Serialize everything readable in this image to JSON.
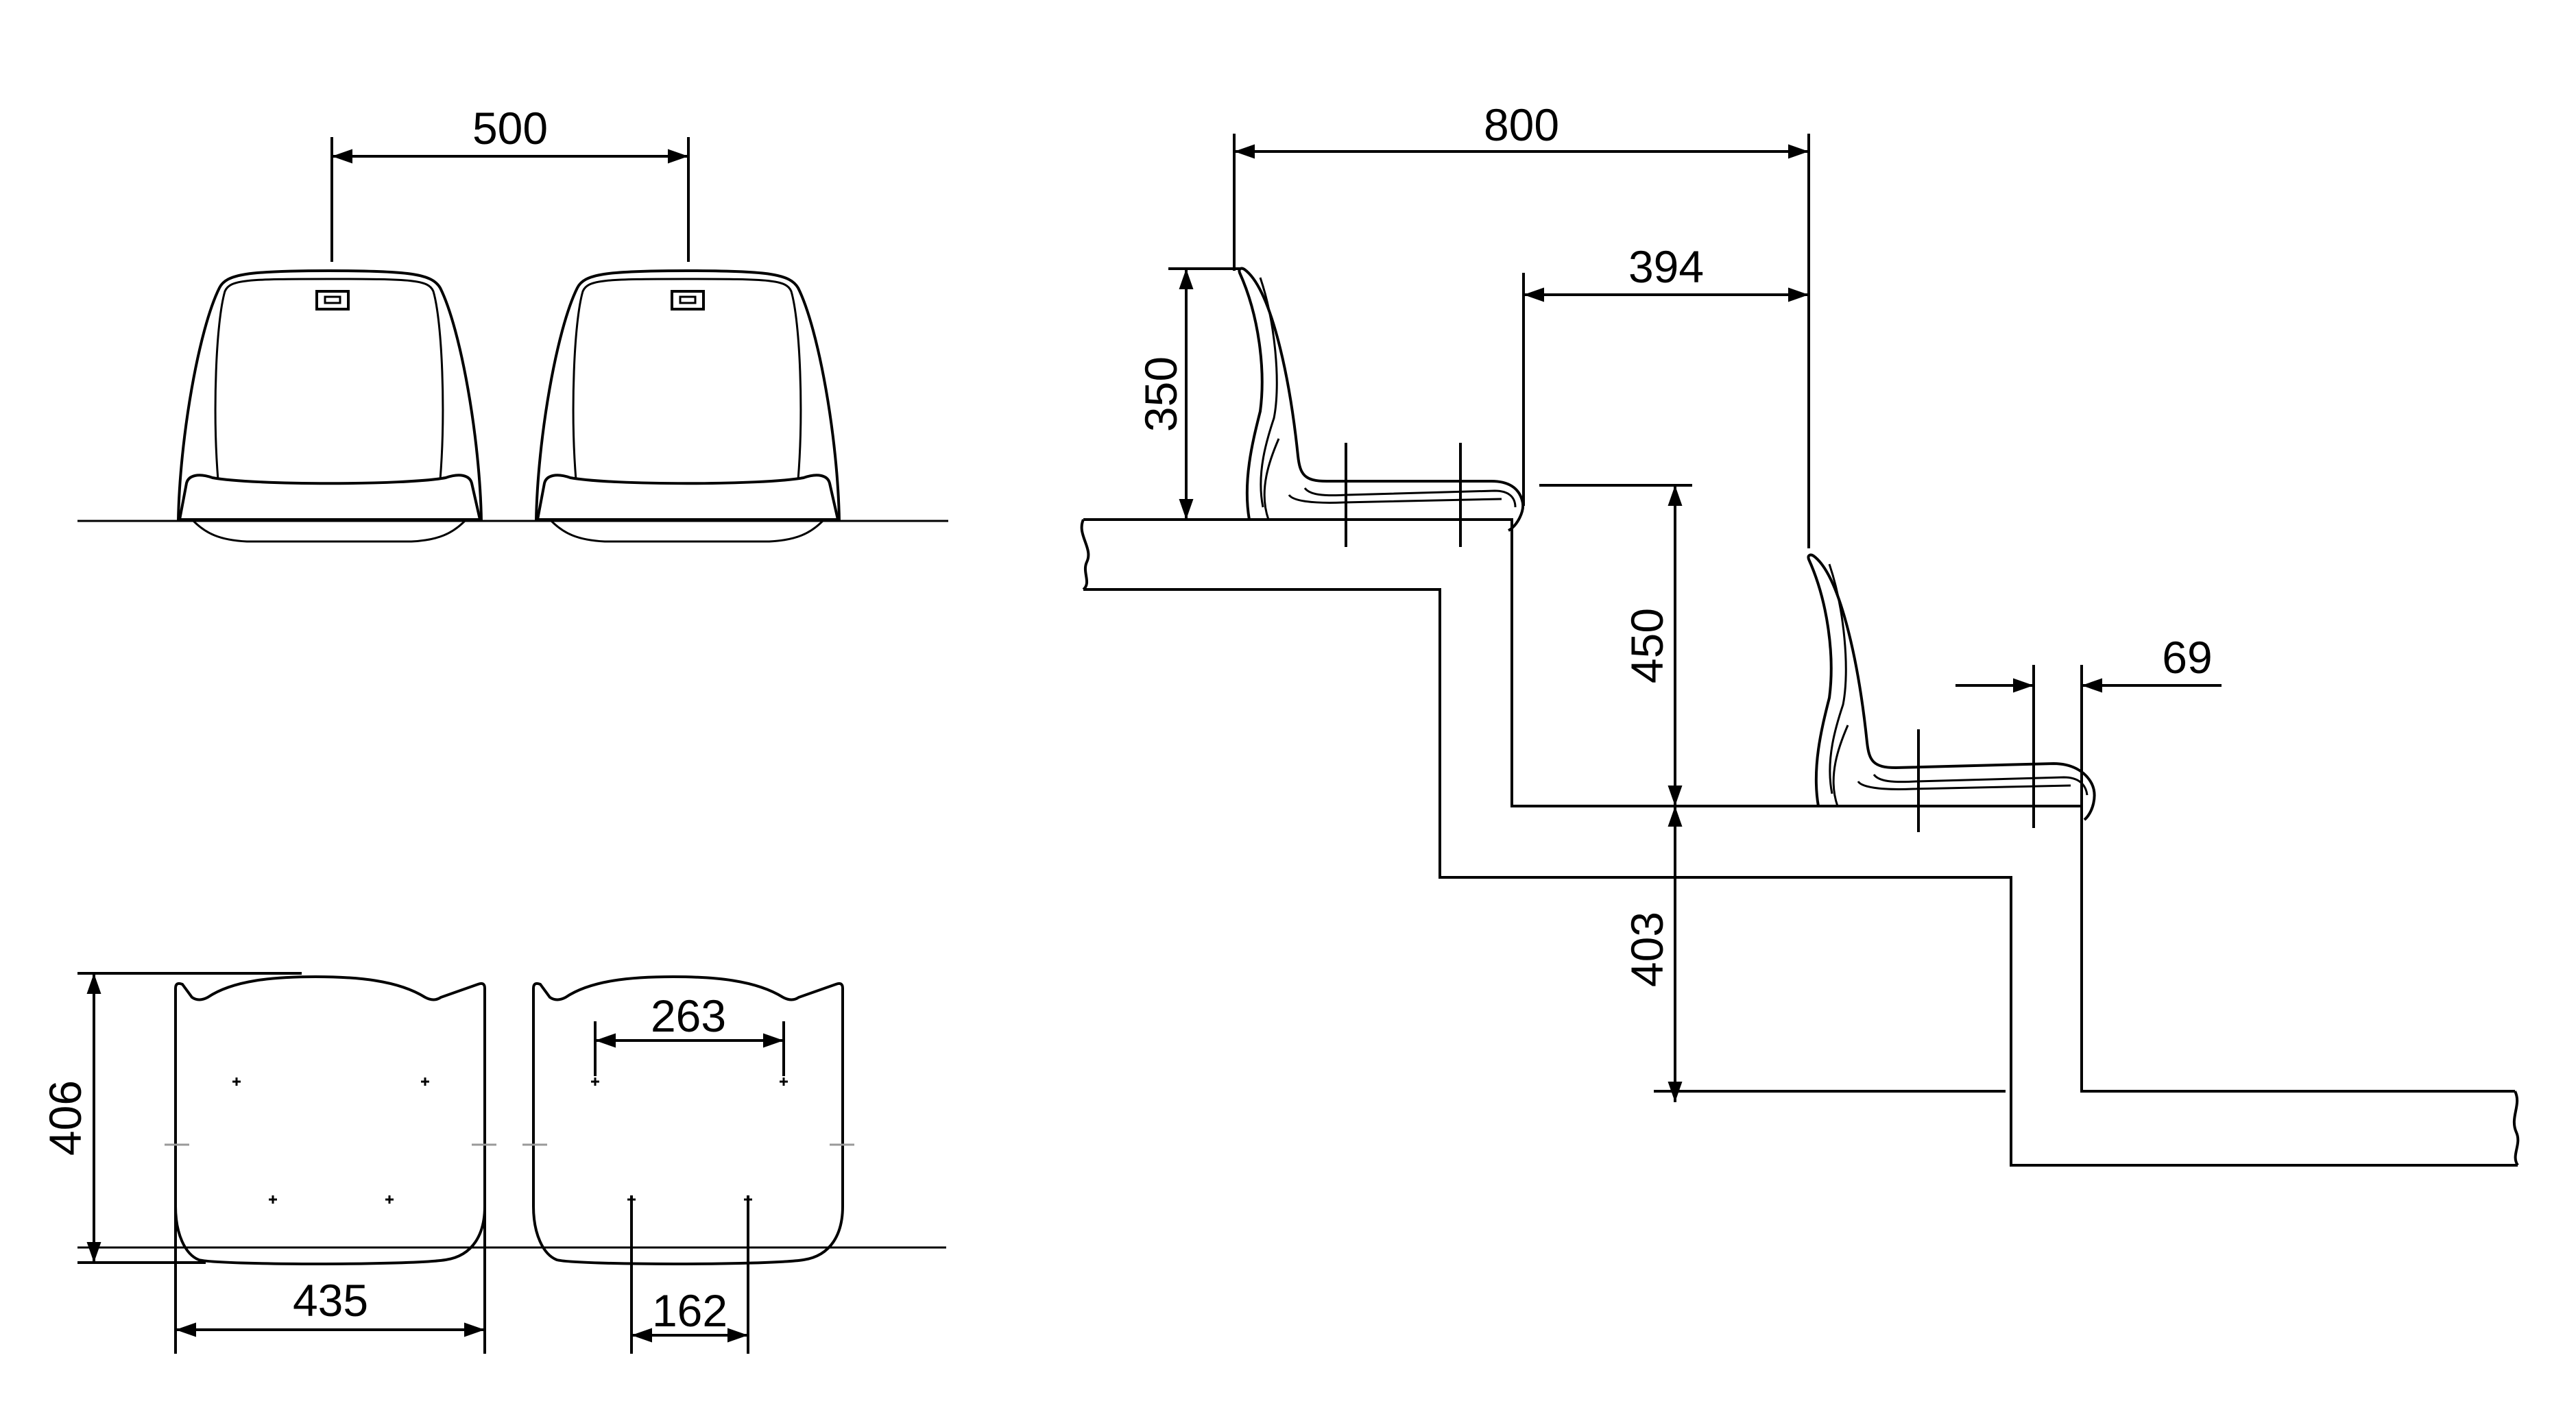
{
  "colors": {
    "line": "#000000",
    "background": "#ffffff",
    "center_mark": "#9a9a9a"
  },
  "dimensions": {
    "front_seat_spacing": "500",
    "row_pitch": "800",
    "seat_front_gap": "394",
    "back_height": "350",
    "upper_step_height": "450",
    "lower_step_height": "403",
    "seat_overhang": "69",
    "plan_depth": "406",
    "plan_width": "435",
    "fixing_hole_top_spacing": "263",
    "fixing_hole_bottom_spacing": "162"
  }
}
